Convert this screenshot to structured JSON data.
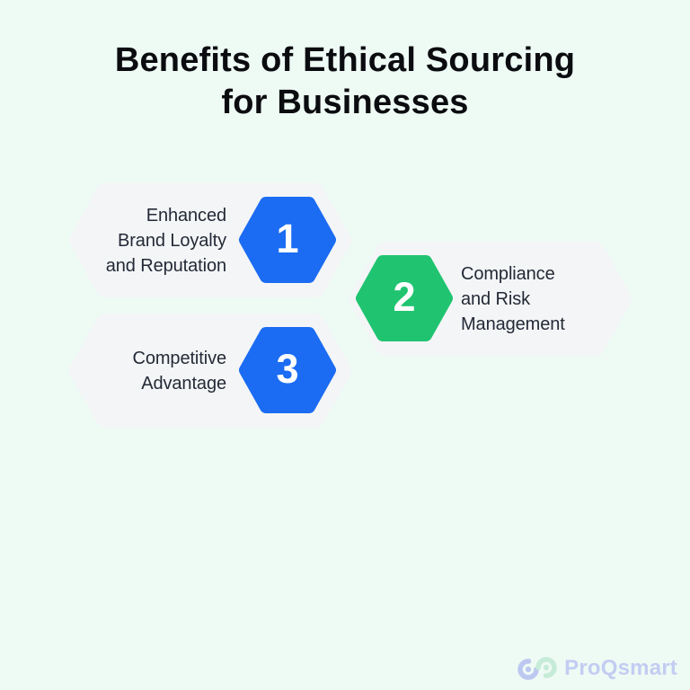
{
  "page": {
    "background": "#eefaf4"
  },
  "title": {
    "text": "Benefits of Ethical Sourcing for Businesses",
    "lines": [
      "Benefits of Ethical Sourcing",
      "for Businesses"
    ],
    "color": "#0b0c10"
  },
  "colors": {
    "card": "#f4f5f7",
    "blue": "#1b6cf2",
    "green": "#20c470",
    "number_text": "#ffffff",
    "body_text": "#232a36"
  },
  "items": [
    {
      "number": "1",
      "label": "Enhanced Brand Loyalty and Reputation",
      "lines": [
        "Enhanced",
        "Brand Loyalty",
        "and Reputation"
      ],
      "badge_color": "#1b6cf2",
      "badge_side": "right"
    },
    {
      "number": "2",
      "label": "Compliance and Risk Management",
      "lines": [
        "Compliance",
        "and Risk",
        "Management"
      ],
      "badge_color": "#20c470",
      "badge_side": "left"
    },
    {
      "number": "3",
      "label": "Competitive Advantage",
      "lines": [
        "Competitive",
        "Advantage"
      ],
      "badge_color": "#1b6cf2",
      "badge_side": "right"
    }
  ],
  "brand": {
    "name": "ProQsmart",
    "text_color": "#c3cdf2",
    "icon_left_color": "#bcc8f0",
    "icon_right_color": "#c6ebd8"
  }
}
